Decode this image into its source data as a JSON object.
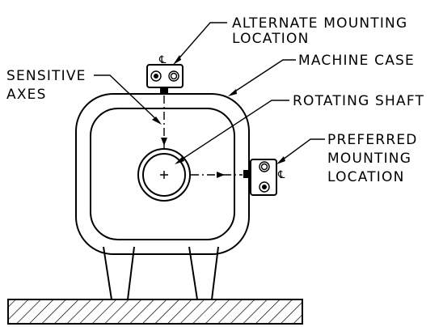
{
  "labels": {
    "alternate_line1": "ALTERNATE MOUNTING",
    "alternate_line2": "LOCATION",
    "machine_case": "MACHINE CASE",
    "sensitive_line1": "SENSITIVE",
    "sensitive_line2": "AXES",
    "rotating_shaft": "ROTATING SHAFT",
    "preferred_line1": "PREFERRED",
    "preferred_line2": "MOUNTING",
    "preferred_line3": "LOCATION",
    "centerline_symbol": "℄"
  },
  "colors": {
    "line": "#000000",
    "background": "#ffffff"
  }
}
